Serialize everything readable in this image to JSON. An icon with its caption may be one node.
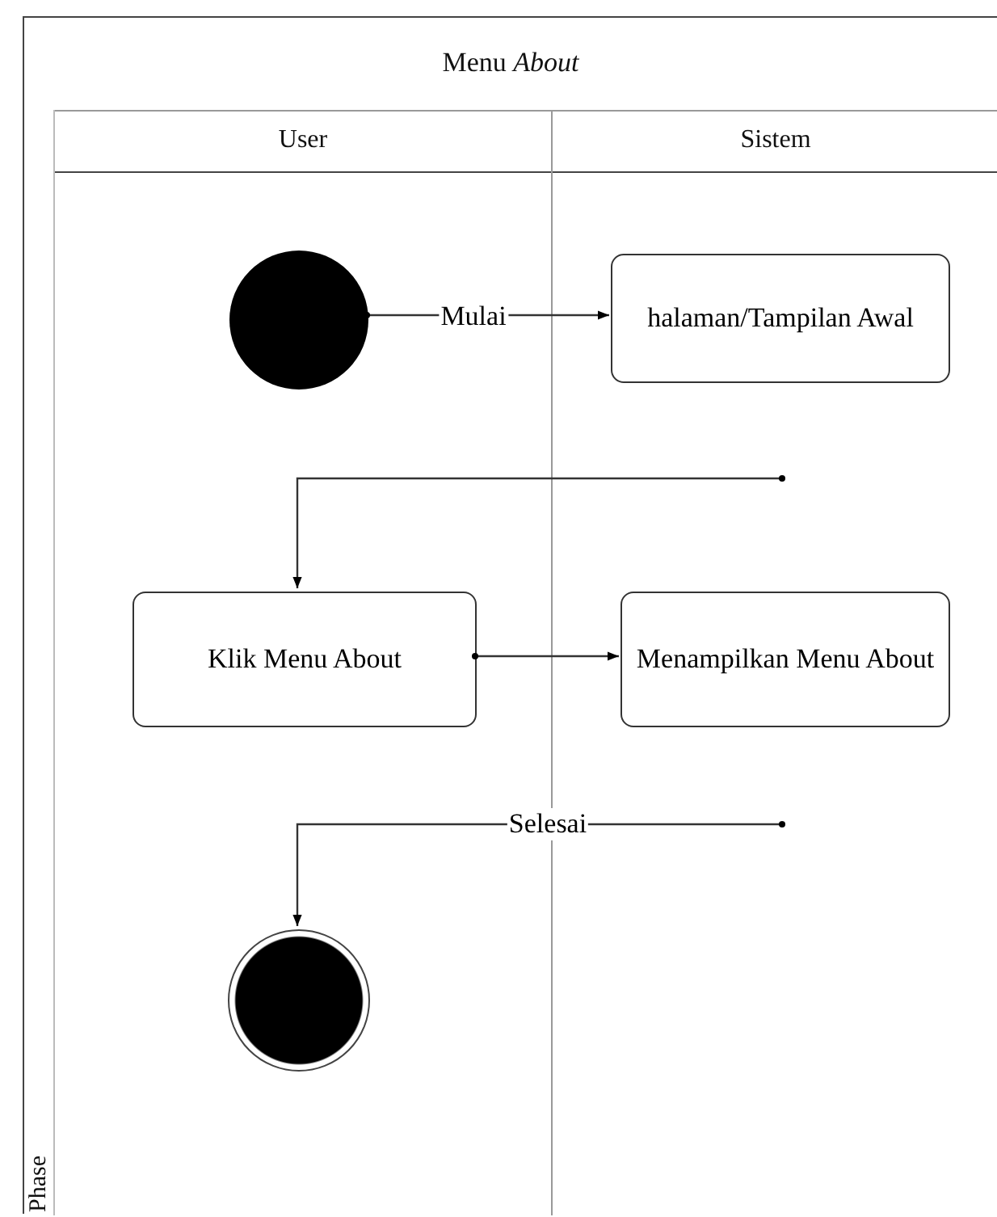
{
  "diagram": {
    "nodes": [
      {
        "text": [
          "Menu *About*"
        ]
      },
      {
        "text": [
          "Phase"
        ],
        "in": 0
      },
      {
        "text": [
          "User"
        ],
        "in": 0
      },
      {
        "text": [
          "Sistem"
        ],
        "in": 0
      },
      {
        "text": [],
        "shape": "circle",
        "in": 2
      },
      {
        "text": [
          "halaman/Tampilan Awal"
        ],
        "in": 3
      },
      {
        "text": [
          "Klik Menu About"
        ],
        "in": 2
      },
      {
        "text": [
          "Menampilkan Menu About"
        ],
        "in": 3
      },
      {
        "text": [],
        "shape": "circle",
        "in": 2
      }
    ],
    "edges": [
      {
        "from": 4,
        "to": 5,
        "arrow": "to",
        "label": "Mulai"
      },
      {
        "from": null,
        "to": 6,
        "arrow": "to"
      },
      {
        "from": 6,
        "to": 7,
        "arrow": "to"
      },
      {
        "from": null,
        "to": 8,
        "arrow": "to",
        "label": "Selesai"
      }
    ]
  }
}
